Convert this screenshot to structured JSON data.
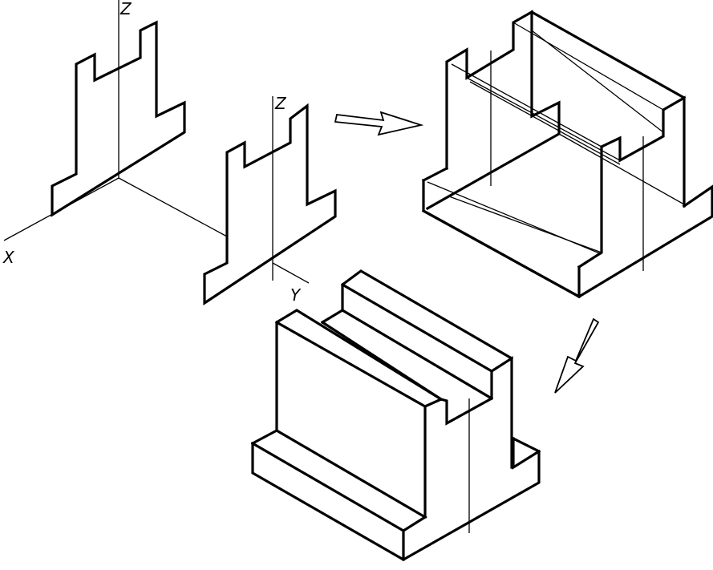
{
  "labels": {
    "z_axis_left": "Z",
    "z_axis_right": "Z",
    "x_axis": "X",
    "y_axis": "Y"
  },
  "colors": {
    "ink": "#000000",
    "paper": "#ffffff"
  }
}
